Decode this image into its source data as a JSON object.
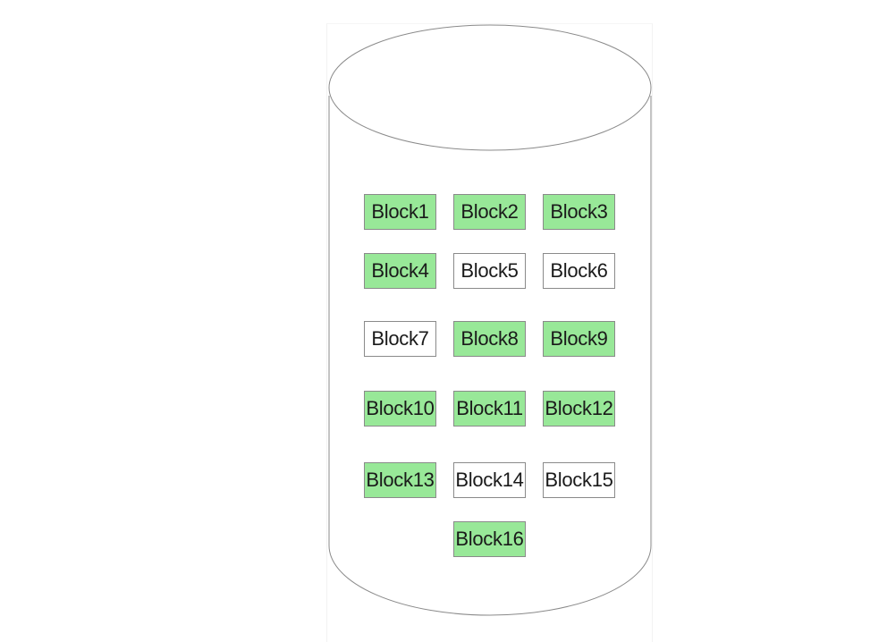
{
  "diagram": {
    "shape": "cylinder",
    "active_color": "#98e898",
    "inactive_color": "#ffffff",
    "blocks": [
      {
        "label": "Block1",
        "active": true
      },
      {
        "label": "Block2",
        "active": true
      },
      {
        "label": "Block3",
        "active": true
      },
      {
        "label": "Block4",
        "active": true
      },
      {
        "label": "Block5",
        "active": false
      },
      {
        "label": "Block6",
        "active": false
      },
      {
        "label": "Block7",
        "active": false
      },
      {
        "label": "Block8",
        "active": true
      },
      {
        "label": "Block9",
        "active": true
      },
      {
        "label": "Block10",
        "active": true
      },
      {
        "label": "Block11",
        "active": true
      },
      {
        "label": "Block12",
        "active": true
      },
      {
        "label": "Block13",
        "active": true
      },
      {
        "label": "Block14",
        "active": false
      },
      {
        "label": "Block15",
        "active": false
      },
      {
        "label": "Block16",
        "active": true
      }
    ]
  }
}
